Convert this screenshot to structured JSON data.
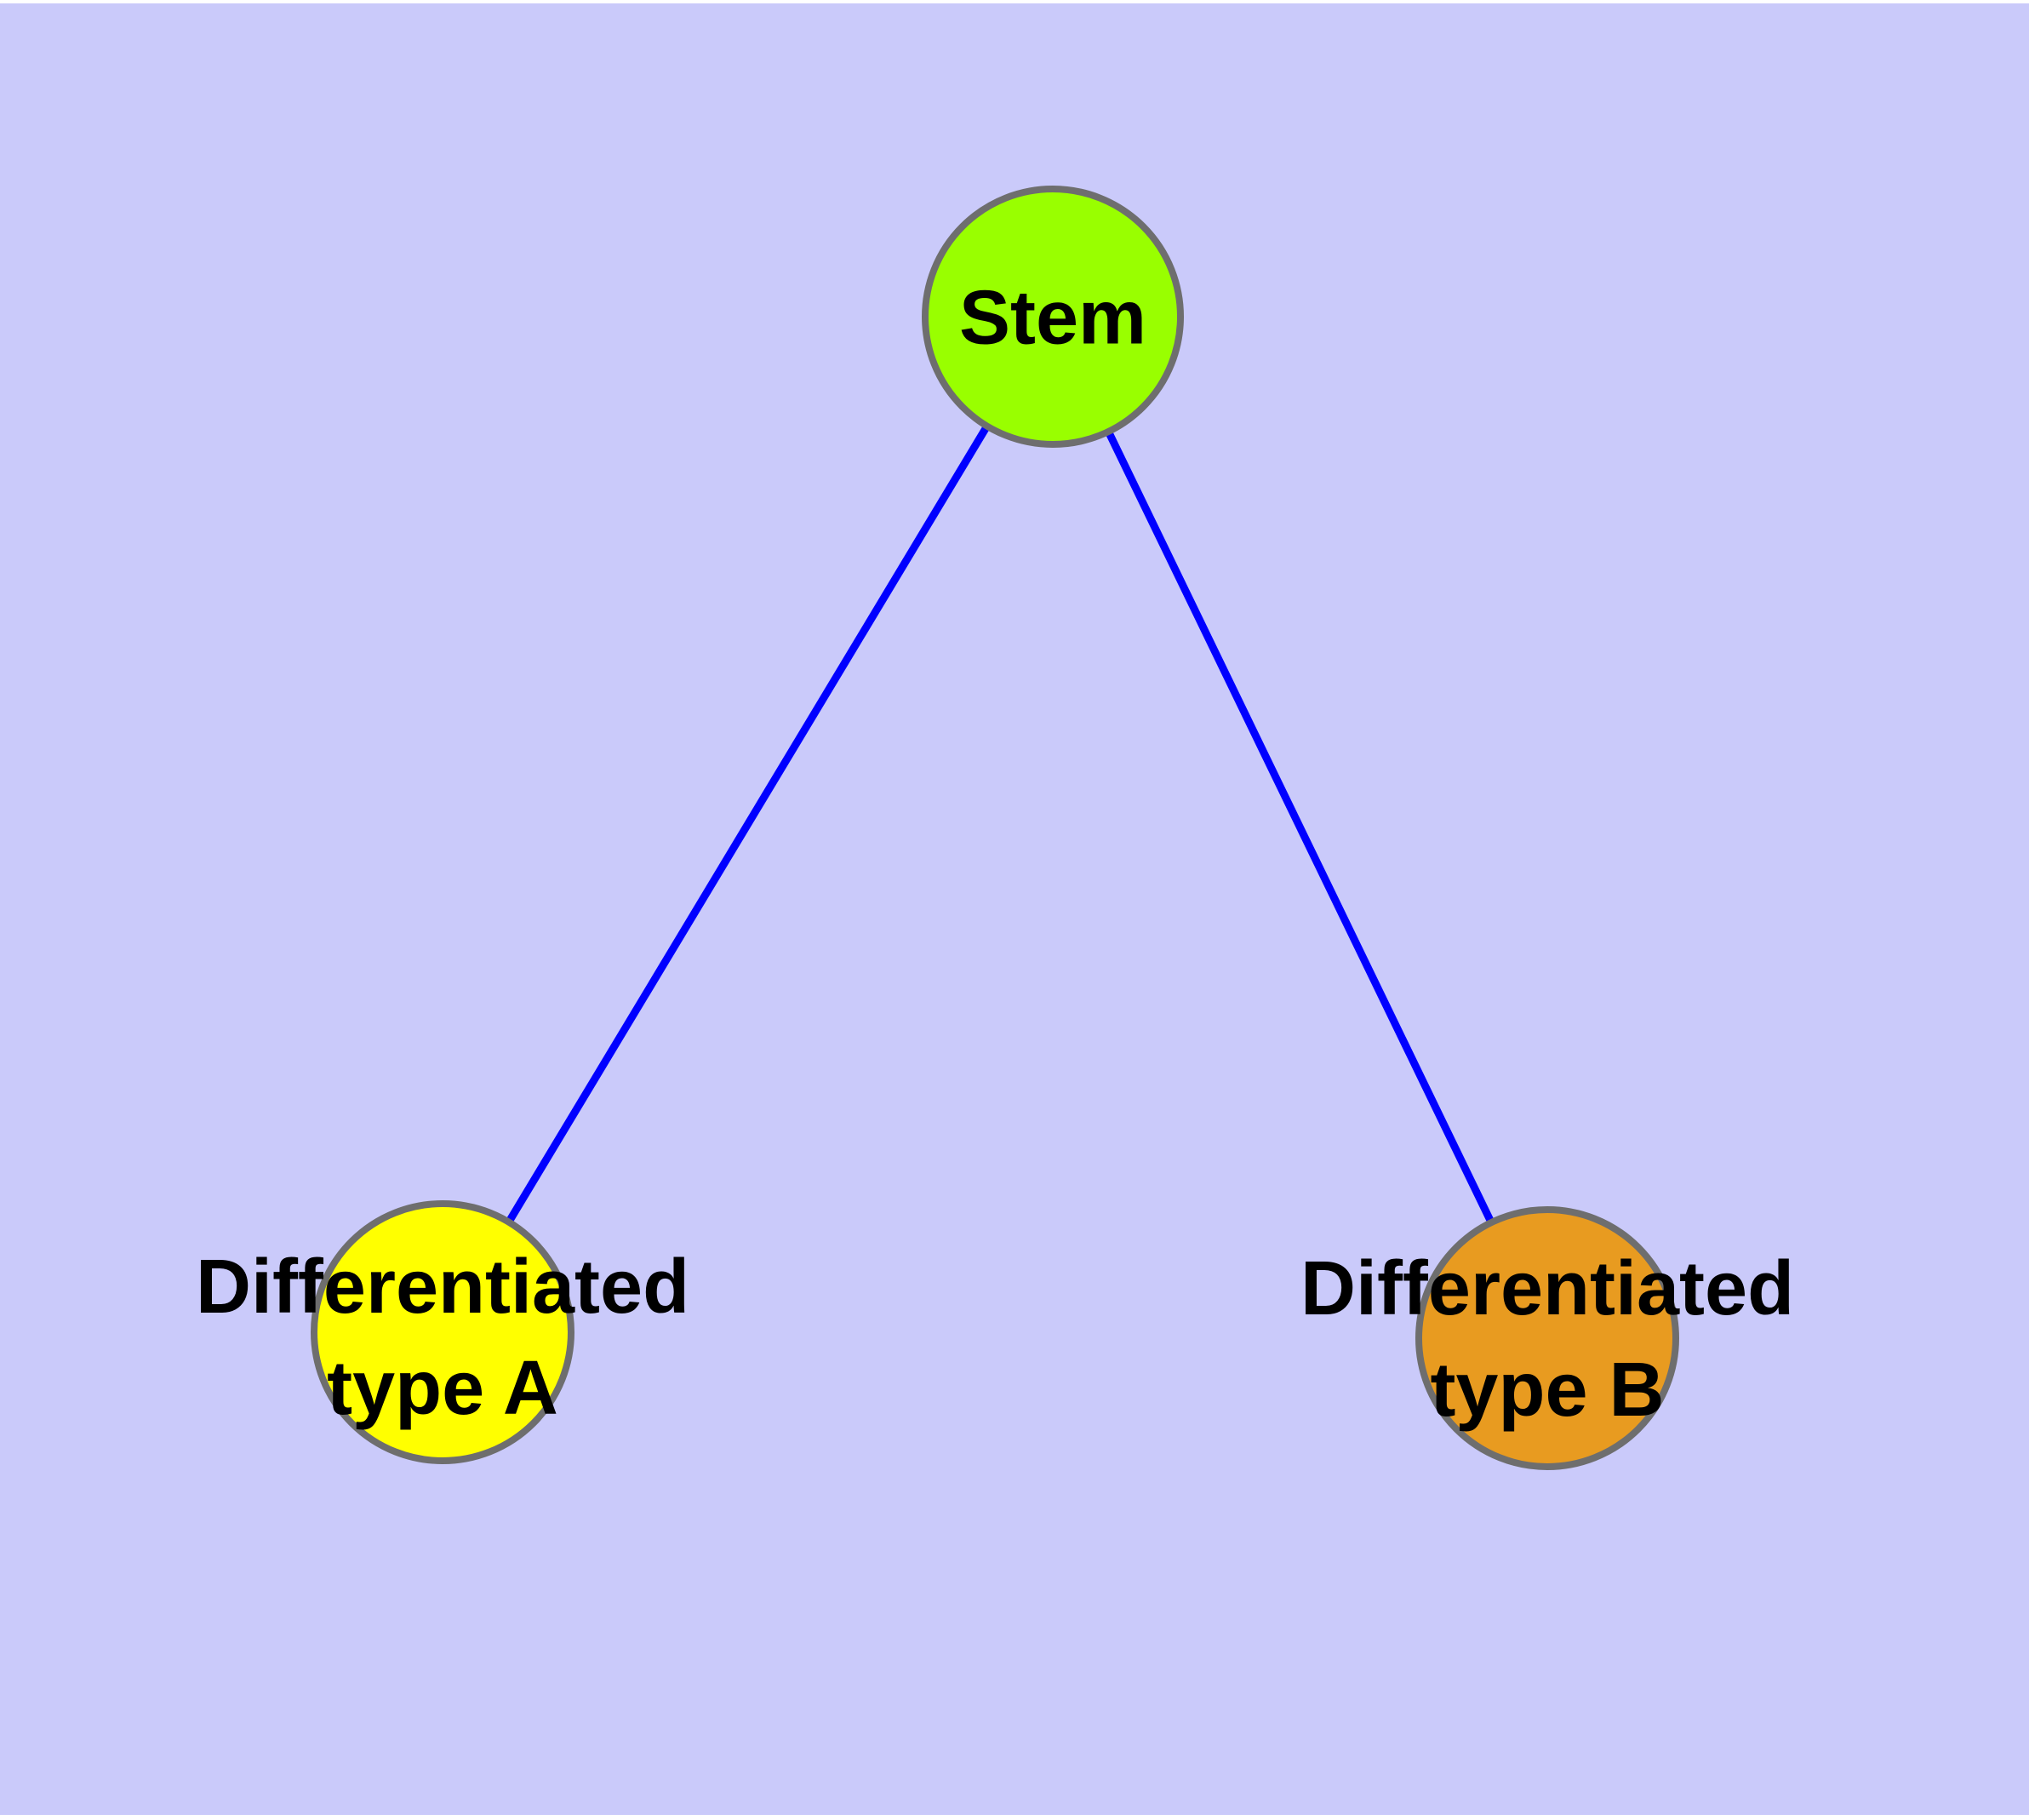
{
  "diagram": {
    "type": "network-graph",
    "background_color": "#cacafa",
    "page_color": "#ffffff",
    "edge_color": "#0000ff",
    "edge_width": "9",
    "node_border_color": "#6e6e6e",
    "node_border_width": "8",
    "label_color": "#000000"
  },
  "nodes": {
    "stem": {
      "label": "Stem",
      "color": "#99ff00"
    },
    "type_a": {
      "label_line1": "Differentiated",
      "label_line2": "type A",
      "color": "#ffff00"
    },
    "type_b": {
      "label_line1": "Differentiated",
      "label_line2": "type B",
      "color": "#e89b20"
    }
  },
  "edges": [
    {
      "from": "Stem",
      "to": "Differentiated type A"
    },
    {
      "from": "Stem",
      "to": "Differentiated type B"
    }
  ]
}
